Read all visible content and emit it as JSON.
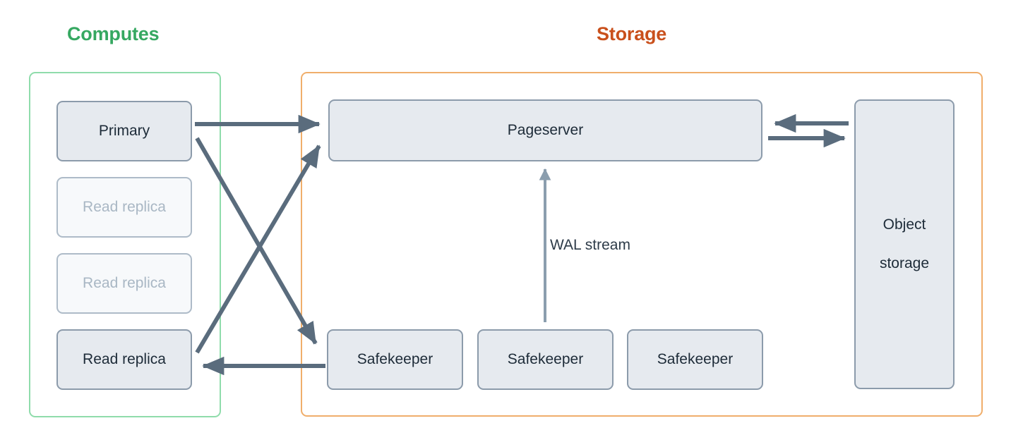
{
  "diagram": {
    "title_computes": "Computes",
    "title_storage": "Storage",
    "colors": {
      "computes_accent": "#36a861",
      "storage_accent": "#c9501c",
      "computes_frame": "#8fdcab",
      "storage_frame": "#f0ae6b",
      "node_fill": "#e6eaef",
      "node_border": "#8c9bab",
      "node_text": "#1d2b38",
      "muted_fill": "#f7f9fb",
      "muted_text": "#a9b7c4",
      "arrow": "#5a6c7d",
      "wal_arrow": "#8b9eae"
    },
    "computes": {
      "nodes": [
        {
          "label": "Primary",
          "state": "active"
        },
        {
          "label": "Read replica",
          "state": "inactive"
        },
        {
          "label": "Read replica",
          "state": "inactive"
        },
        {
          "label": "Read replica",
          "state": "active"
        }
      ]
    },
    "storage": {
      "pageserver": {
        "label": "Pageserver"
      },
      "safekeepers": [
        {
          "label": "Safekeeper"
        },
        {
          "label": "Safekeeper"
        },
        {
          "label": "Safekeeper"
        }
      ],
      "object_storage": {
        "label": "Object\nstorage",
        "line1": "Object",
        "line2": "storage"
      }
    },
    "edges": [
      {
        "id": "primary-to-pageserver",
        "from": "Primary",
        "to": "Pageserver",
        "label": ""
      },
      {
        "id": "primary-to-safekeeper",
        "from": "Primary",
        "to": "Safekeeper",
        "label": ""
      },
      {
        "id": "read-replica-to-pageserver",
        "from": "Read replica",
        "to": "Pageserver",
        "label": ""
      },
      {
        "id": "safekeeper-to-read-replica",
        "from": "Safekeeper",
        "to": "Read replica",
        "label": ""
      },
      {
        "id": "safekeeper-to-pageserver-wal",
        "from": "Safekeeper",
        "to": "Pageserver",
        "label": "WAL stream"
      },
      {
        "id": "object-storage-to-pageserver",
        "from": "Object storage",
        "to": "Pageserver",
        "label": ""
      },
      {
        "id": "pageserver-to-object-storage",
        "from": "Pageserver",
        "to": "Object storage",
        "label": ""
      }
    ],
    "labels": {
      "wal_stream": "WAL stream"
    }
  }
}
